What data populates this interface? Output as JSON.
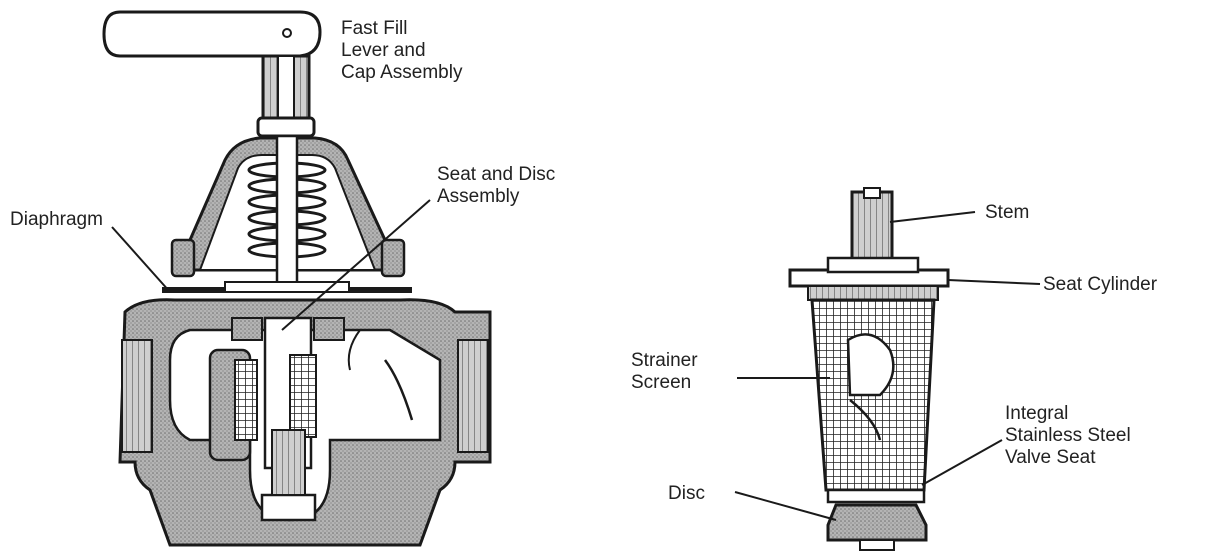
{
  "labels": {
    "fast_fill": [
      "Fast Fill",
      "Lever and",
      "Cap Assembly"
    ],
    "seat_disc": [
      "Seat and Disc",
      "Assembly"
    ],
    "diaphragm": "Diaphragm",
    "stem": "Stem",
    "seat_cylinder": "Seat Cylinder",
    "strainer": [
      "Strainer",
      "Screen"
    ],
    "integral_seat": [
      "Integral",
      "Stainless Steel",
      "Valve Seat"
    ],
    "disc": "Disc"
  },
  "colors": {
    "ink": "#1a1a1a",
    "hatch": "#8a8a8a",
    "body_fill": "#a9a9a9"
  }
}
